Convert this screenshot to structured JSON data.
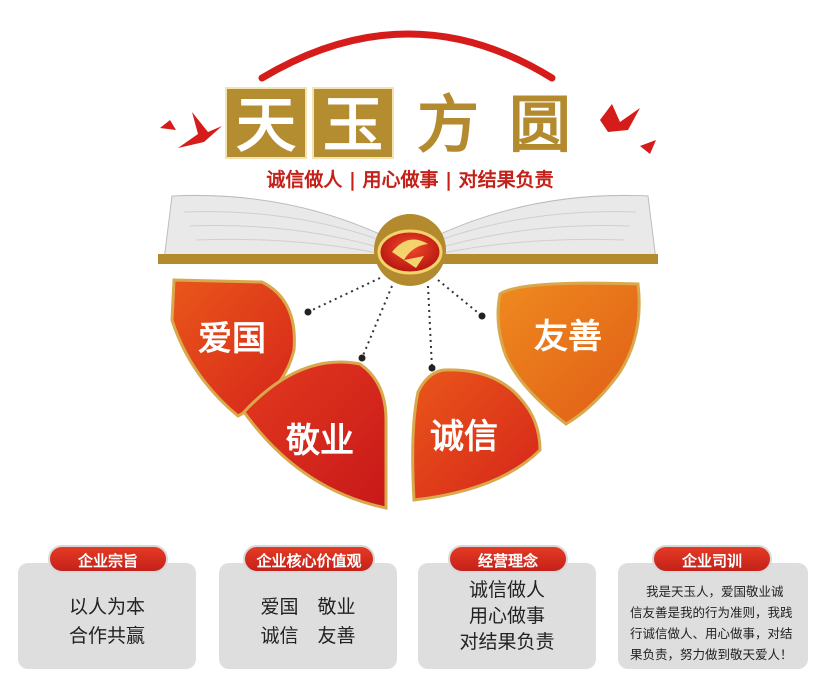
{
  "logo": {
    "chars": [
      "天",
      "玉",
      "方",
      "圆"
    ],
    "slogan": "诚信做人 | 用心做事 | 对结果负责"
  },
  "values": [
    "爱国",
    "敬业",
    "诚信",
    "友善"
  ],
  "cards": [
    {
      "title": "企业宗旨",
      "lines": [
        "以人为本",
        "合作共赢"
      ]
    },
    {
      "title": "企业核心价值观",
      "lines": [
        "爱国　敬业",
        "诚信　友善"
      ]
    },
    {
      "title": "经营理念",
      "lines": [
        "诚信做人",
        "用心做事",
        "对结果负责"
      ]
    },
    {
      "title": "企业司训",
      "lines": [
        "我是天玉人，爱国敬业诚",
        "信友善是我的行为准则，我践",
        "行诚信做人、用心做事，对结",
        "果负责，努力做到敬天爱人！"
      ]
    }
  ],
  "colors": {
    "red": "#d9261c",
    "orange": "#e8751a",
    "gold": "#b38a2e",
    "card_bg": "#dedede"
  }
}
